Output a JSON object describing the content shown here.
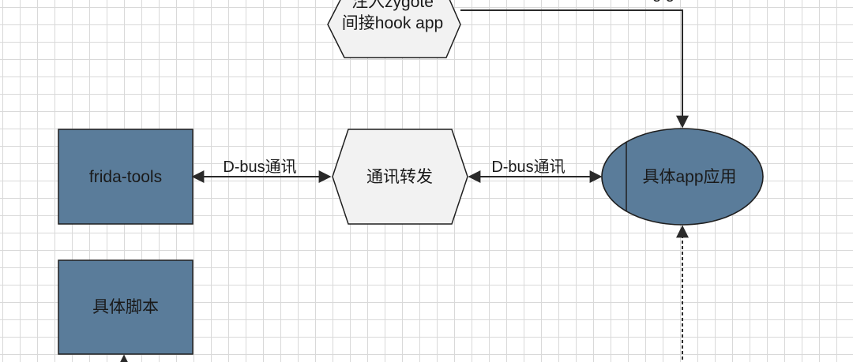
{
  "diagram": {
    "nodes": {
      "frida_tools": "frida-tools",
      "script": "具体脚本",
      "forward": "通讯转发",
      "zygote_line1": "注入zygote",
      "zygote_line2": "间接hook app",
      "app": "具体app应用"
    },
    "edges": {
      "dbus_left": "D-bus通讯",
      "dbus_right": "D-bus通讯",
      "top_right_partial": "g  g"
    }
  },
  "colors": {
    "box_fill": "#5a7c9a",
    "hex_fill": "#f2f2f2",
    "grid": "#d9d9d9",
    "stroke": "#1f1f1f"
  }
}
